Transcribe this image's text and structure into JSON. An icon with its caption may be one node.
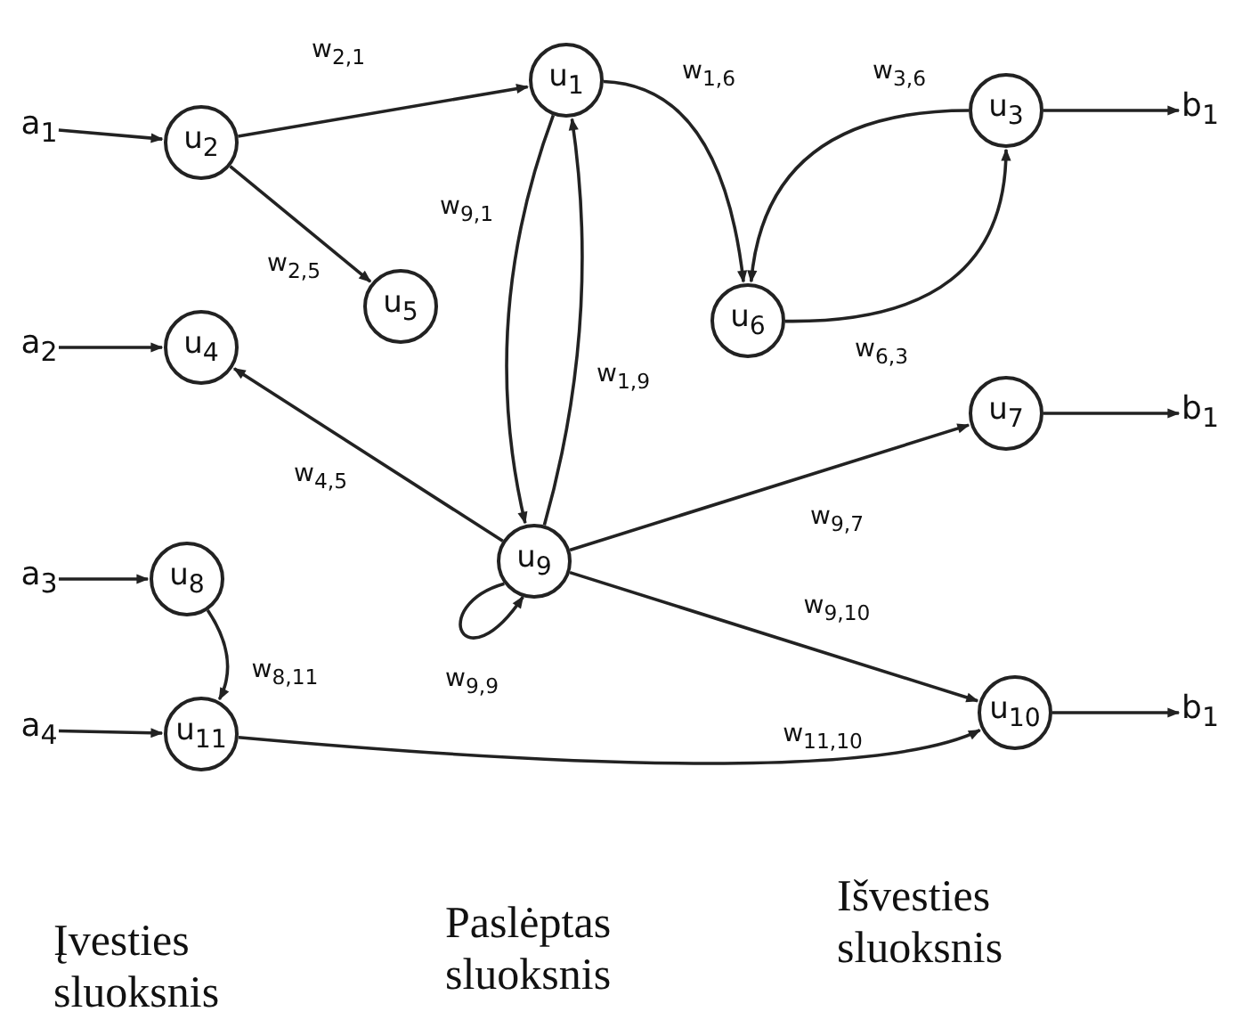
{
  "diagram": {
    "nodes": [
      {
        "text": [
          "a$_{1}$"
        ]
      },
      {
        "text": [
          "u$_{2}$"
        ]
      },
      {
        "text": [
          "u$_{1}$"
        ]
      },
      {
        "text": [
          "u$_{3}$"
        ]
      },
      {
        "text": [
          "b$_{1}$"
        ]
      },
      {
        "text": [
          "u$_{5}$"
        ]
      },
      {
        "text": [
          "u$_{6}$"
        ]
      },
      {
        "text": [
          "a$_{2}$"
        ]
      },
      {
        "text": [
          "u$_{4}$"
        ]
      },
      {
        "text": [
          "u$_{7}$"
        ]
      },
      {
        "text": [
          "b$_{1}$"
        ]
      },
      {
        "text": [
          "u$_{9}$"
        ]
      },
      {
        "text": [
          "a$_{3}$"
        ]
      },
      {
        "text": [
          "u$_{8}$"
        ]
      },
      {
        "text": [
          "a$_{4}$"
        ]
      },
      {
        "text": [
          "u$_{11}$"
        ]
      },
      {
        "text": [
          "u$_{10}$"
        ]
      },
      {
        "text": [
          "b$_{1}$"
        ]
      }
    ],
    "edges": [
      {
        "from": 0,
        "to": 1,
        "arrow": "to"
      },
      {
        "from": 1,
        "to": 2,
        "arrow": "to",
        "label": "w$_{2,1}$"
      },
      {
        "from": 1,
        "to": 5,
        "arrow": "to",
        "label": "w$_{2,5}$"
      },
      {
        "from": 2,
        "to": 6,
        "arrow": "to",
        "label": "w$_{1,6}$"
      },
      {
        "from": 3,
        "to": 6,
        "arrow": "to",
        "label": "w$_{3,6}$"
      },
      {
        "from": 6,
        "to": 3,
        "arrow": "to",
        "label": "w$_{6,3}$"
      },
      {
        "from": 3,
        "to": 4,
        "arrow": "to"
      },
      {
        "from": 7,
        "to": 8,
        "arrow": "to"
      },
      {
        "from": 11,
        "to": 8,
        "arrow": "to",
        "label": "w$_{4,5}$"
      },
      {
        "from": 2,
        "to": 11,
        "arrow": "to",
        "label": "w$_{9,1}$"
      },
      {
        "from": 11,
        "to": 2,
        "arrow": "to",
        "label": "w$_{1,9}$"
      },
      {
        "from": 11,
        "to": 9,
        "arrow": "to",
        "label": "w$_{9,7}$"
      },
      {
        "from": 9,
        "to": 10,
        "arrow": "to"
      },
      {
        "from": 11,
        "to": 11,
        "arrow": "to",
        "label": "w$_{9,9}$"
      },
      {
        "from": 11,
        "to": 16,
        "arrow": "to",
        "label": "w$_{9,10}$"
      },
      {
        "from": 12,
        "to": 13,
        "arrow": "to"
      },
      {
        "from": 13,
        "to": 15,
        "arrow": "to",
        "label": "w$_{8,11}$"
      },
      {
        "from": 14,
        "to": 15,
        "arrow": "to"
      },
      {
        "from": 15,
        "to": 16,
        "arrow": "to",
        "label": "w$_{11,10}$"
      },
      {
        "from": 16,
        "to": 17,
        "arrow": "to"
      }
    ],
    "labels": [
      "Įvesties sluoksnis",
      "Paslėptas sluoksnis",
      "Išvesties sluoksnis"
    ]
  }
}
